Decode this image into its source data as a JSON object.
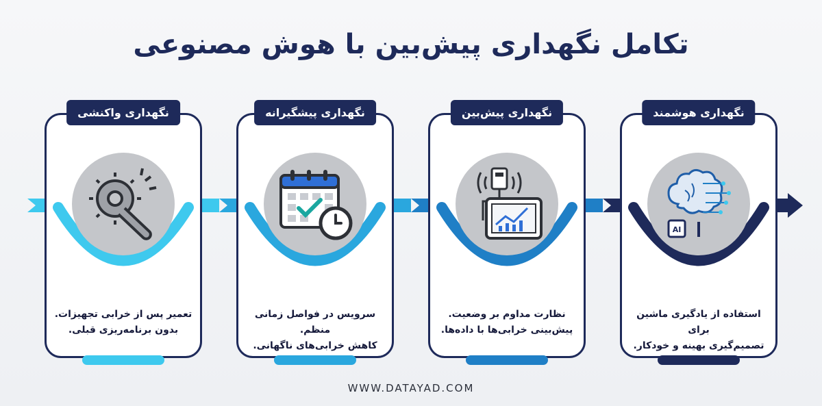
{
  "title": "تکامل نگهداری پیش‌بین با هوش مصنوعی",
  "stages": [
    {
      "name": "نگهداری واکنشی",
      "line1": "تعمیر پس از خرابی تجهیزات.",
      "line2": "بدون برنامه‌ریزی قبلی.",
      "color": "#3ec9ee"
    },
    {
      "name": "نگهداری پیشگیرانه",
      "line1": "سرویس در فواصل زمانی منظم.",
      "line2": "کاهش خرابی‌های ناگهانی.",
      "color": "#2aa7de"
    },
    {
      "name": "نگهداری پیش‌بین",
      "line1": "نظارت مداوم بر وضعیت.",
      "line2": "پیش‌بینی خرابی‌ها با داده‌ها.",
      "color": "#1f7fc6"
    },
    {
      "name": "نگهداری هوشمند",
      "line1": "استفاده از یادگیری ماشین برای",
      "line2": "تصمیم‌گیری بهینه و خودکار.",
      "color": "#1e2a5a"
    }
  ],
  "icons": [
    "gear-wrench-icon",
    "calendar-clock-icon",
    "sensor-chart-icon",
    "ai-brain-icon"
  ],
  "ai_chip_label": "AI",
  "footer": "WWW.DATAYAD.COM"
}
